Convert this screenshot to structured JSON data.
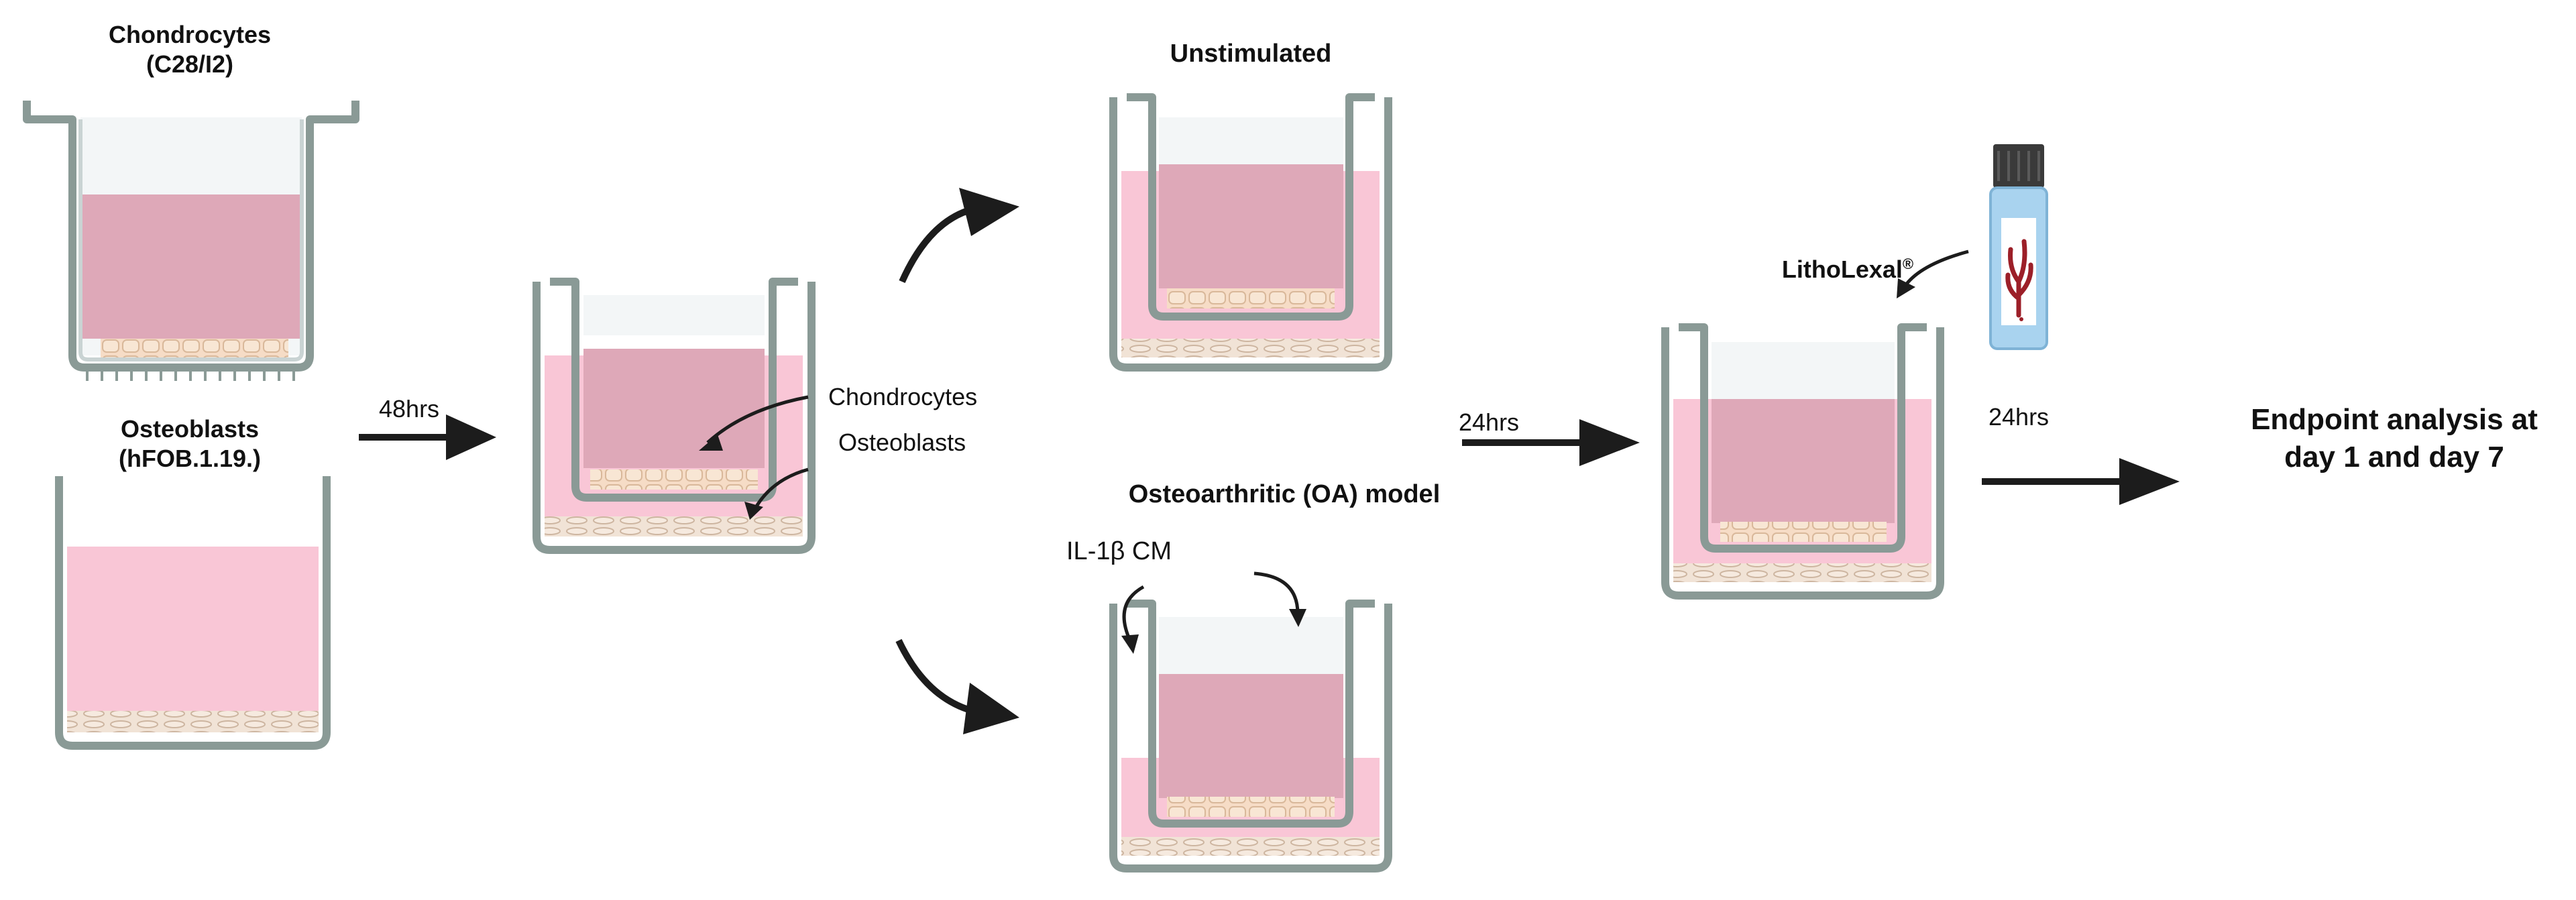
{
  "labels": {
    "chondrocytes_title": "Chondrocytes",
    "chondrocytes_line": "(C28/I2)",
    "osteoblasts_title": "Osteoblasts",
    "osteoblasts_line": "(hFOB.1.19.)",
    "time_48": "48hrs",
    "coculture_chondrocytes": "Chondrocytes",
    "coculture_osteoblasts": "Osteoblasts",
    "unstimulated": "Unstimulated",
    "oa_model": "Osteoarthritic (OA) model",
    "il1b": "IL-1β CM",
    "time_24_a": "24hrs",
    "treatment": "LithoLexal",
    "treatment_mark": "®",
    "time_24_b": "24hrs",
    "endpoint_line1": "Endpoint analysis at",
    "endpoint_line2": "day 1 and day 7"
  },
  "colors": {
    "outer_medium": "#f9c6d6",
    "insert_medium": "#dea8b8",
    "vessel": "#8a9a96",
    "vessel_fill": "#eef2f3",
    "cells": "#f6dcc6",
    "arrow": "#1c1c1c",
    "vial_cap": "#3a3a3a",
    "vial_liquid": "#a9d3ef",
    "seaweed": "#9c1f28"
  }
}
